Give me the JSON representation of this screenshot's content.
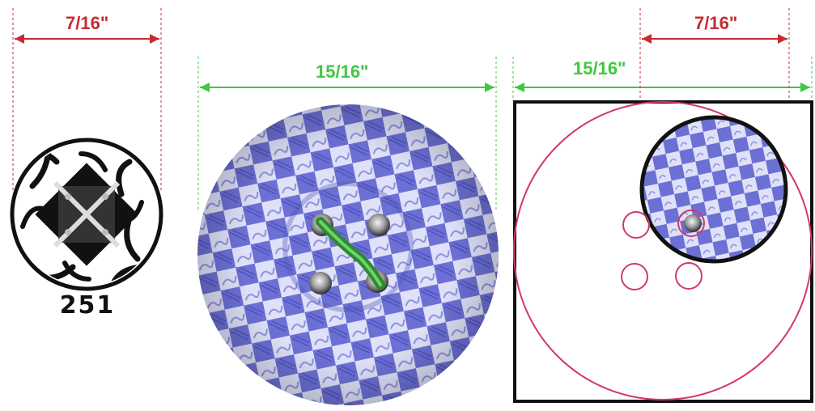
{
  "dimensions": {
    "small_width_left": "7/16\"",
    "large_width_center": "15/16\"",
    "large_width_right": "15/16\"",
    "small_width_right": "7/16\""
  },
  "catalog": {
    "code": "251"
  },
  "colors": {
    "dimension_small": "#c62b33",
    "dimension_large": "#3fc840",
    "button_blue": "#5a5fc8",
    "button_light": "#e6e8fb",
    "outline_pink": "#d2386a",
    "thread_green": "#3aa83a"
  }
}
